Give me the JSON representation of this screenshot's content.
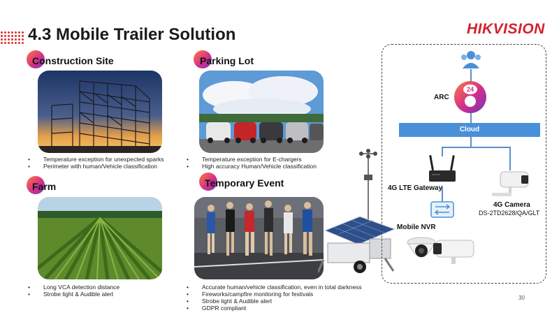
{
  "slide": {
    "title": "4.3 Mobile Trailer Solution",
    "logo": "HIKVISION",
    "page_number": "30"
  },
  "sections": [
    {
      "title": "Construction Site",
      "bullets": [
        "Temperature exception for unexpected sparks",
        "Perimeter with human/Vehicle classification"
      ]
    },
    {
      "title": "Parking Lot",
      "bullets": [
        "Temperature exception for E-chargers",
        "High accuracy Human/Vehicle classification"
      ]
    },
    {
      "title": "Farm",
      "bullets": [
        "Long VCA detection distance",
        "Strobe light & Audible alert"
      ]
    },
    {
      "title": "Temporary Event",
      "bullets": [
        "Accurate human/vehicle classification, even in total darkness",
        "Fireworks/campfire monitoring for festivals",
        "Strobe light & Audible alert",
        "GDPR compliant"
      ]
    }
  ],
  "diagram": {
    "arc_label": "ARC",
    "arc_badge": "24",
    "cloud_label": "Cloud",
    "gateway_label": "4G LTE Gateway",
    "camera_label": "4G Camera",
    "camera_model": "DS-2TD2628/QA/GLT",
    "nvr_label": "Mobile NVR"
  },
  "colors": {
    "brand_red": "#d3212c",
    "cloud_blue": "#4a90d9",
    "accent_gradient_start": "#ff7a3c",
    "accent_gradient_end": "#7a3ab8"
  }
}
